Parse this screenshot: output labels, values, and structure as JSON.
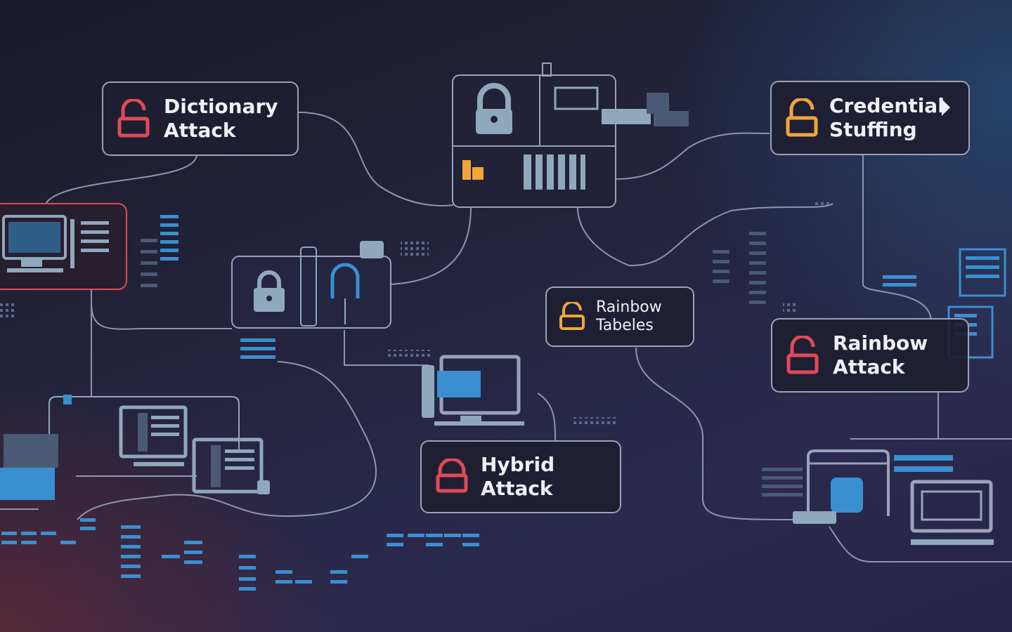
{
  "nodes": {
    "dictionary": {
      "line1": "Dictionary",
      "line2": "Attack",
      "icon": "unlocked-padlock-icon",
      "color": "#e04a55"
    },
    "credential": {
      "line1": "Credential",
      "line2": "Stuffing",
      "icon": "unlocked-padlock-icon",
      "color": "#f0a63a"
    },
    "rainbow_tables": {
      "line1": "Rainbow",
      "line2": "Tabeles",
      "icon": "unlocked-padlock-icon",
      "color": "#f0a63a"
    },
    "rainbow_attack": {
      "line1": "Rainbow",
      "line2": "Attack",
      "icon": "unlocked-padlock-icon",
      "color": "#e04a55"
    },
    "hybrid": {
      "line1": "Hybrid",
      "line2": "Attack",
      "icon": "unlocked-padlock-icon",
      "color": "#e04a55"
    }
  },
  "colors": {
    "wire": "#8d96ad",
    "panel_border": "#9aa3b8",
    "accent_blue": "#3a8fd0",
    "icon_gray": "#8fa8bc"
  }
}
